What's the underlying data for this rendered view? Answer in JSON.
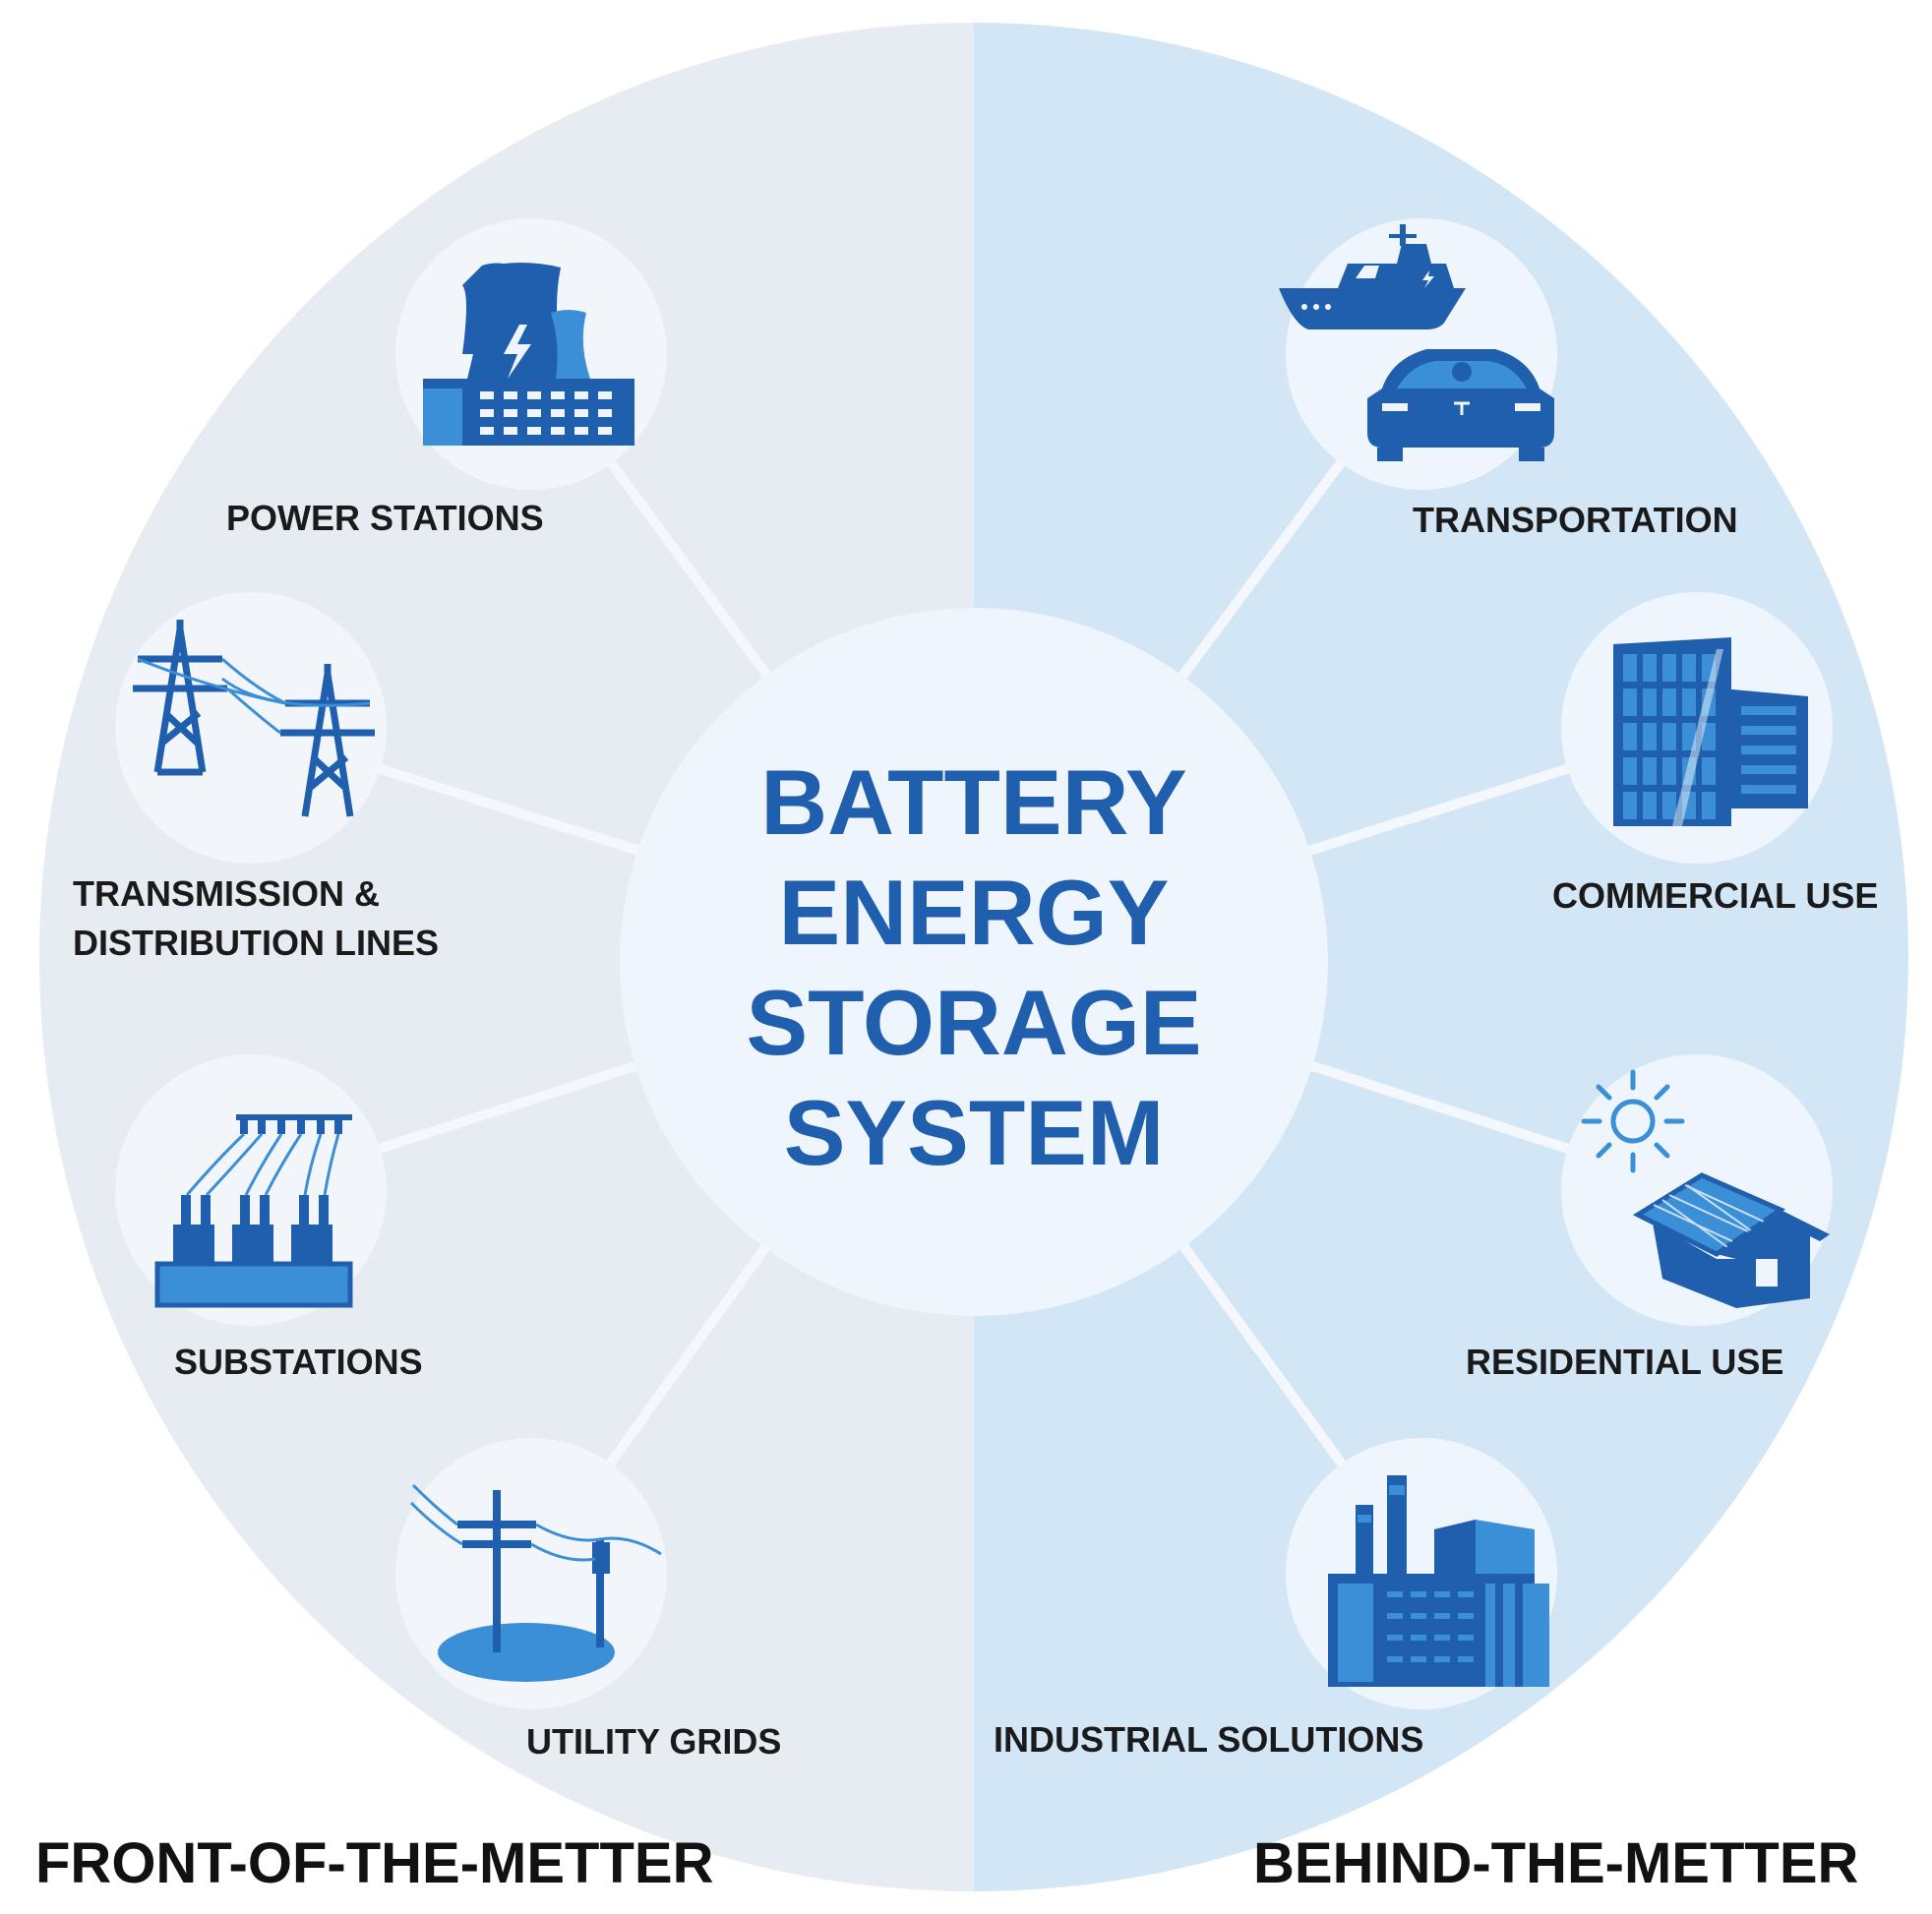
{
  "center": {
    "title_lines": [
      "BATTERY",
      "ENERGY",
      "STORAGE",
      "SYSTEM"
    ]
  },
  "sections": {
    "left_title": "FRONT-OF-THE-METTER",
    "right_title": "BEHIND-THE-METTER"
  },
  "nodes": {
    "power_stations": {
      "label_lines": [
        "POWER STATIONS"
      ],
      "icon": "power-station-icon"
    },
    "transmission": {
      "label_lines": [
        "TRANSMISSION &",
        "DISTRIBUTION LINES"
      ],
      "icon": "transmission-tower-icon"
    },
    "substations": {
      "label_lines": [
        "SUBSTATIONS"
      ],
      "icon": "substation-icon"
    },
    "utility_grids": {
      "label_lines": [
        "UTILITY GRIDS"
      ],
      "icon": "utility-pole-icon"
    },
    "transportation": {
      "label_lines": [
        "TRANSPORTATION"
      ],
      "icon": "ship-and-car-icon"
    },
    "commercial": {
      "label_lines": [
        "COMMERCIAL USE"
      ],
      "icon": "office-building-icon"
    },
    "residential": {
      "label_lines": [
        "RESIDENTIAL USE"
      ],
      "icon": "solar-house-icon"
    },
    "industrial": {
      "label_lines": [
        "INDUSTRIAL SOLUTIONS"
      ],
      "icon": "factory-icon"
    }
  },
  "colors": {
    "left_half": "#e7ebf2",
    "right_half": "#d3e6f6",
    "hub": "#eef5fc",
    "icon_primary": "#1f5fad",
    "icon_light": "#3b8fd6",
    "title": "#1f5fad"
  }
}
